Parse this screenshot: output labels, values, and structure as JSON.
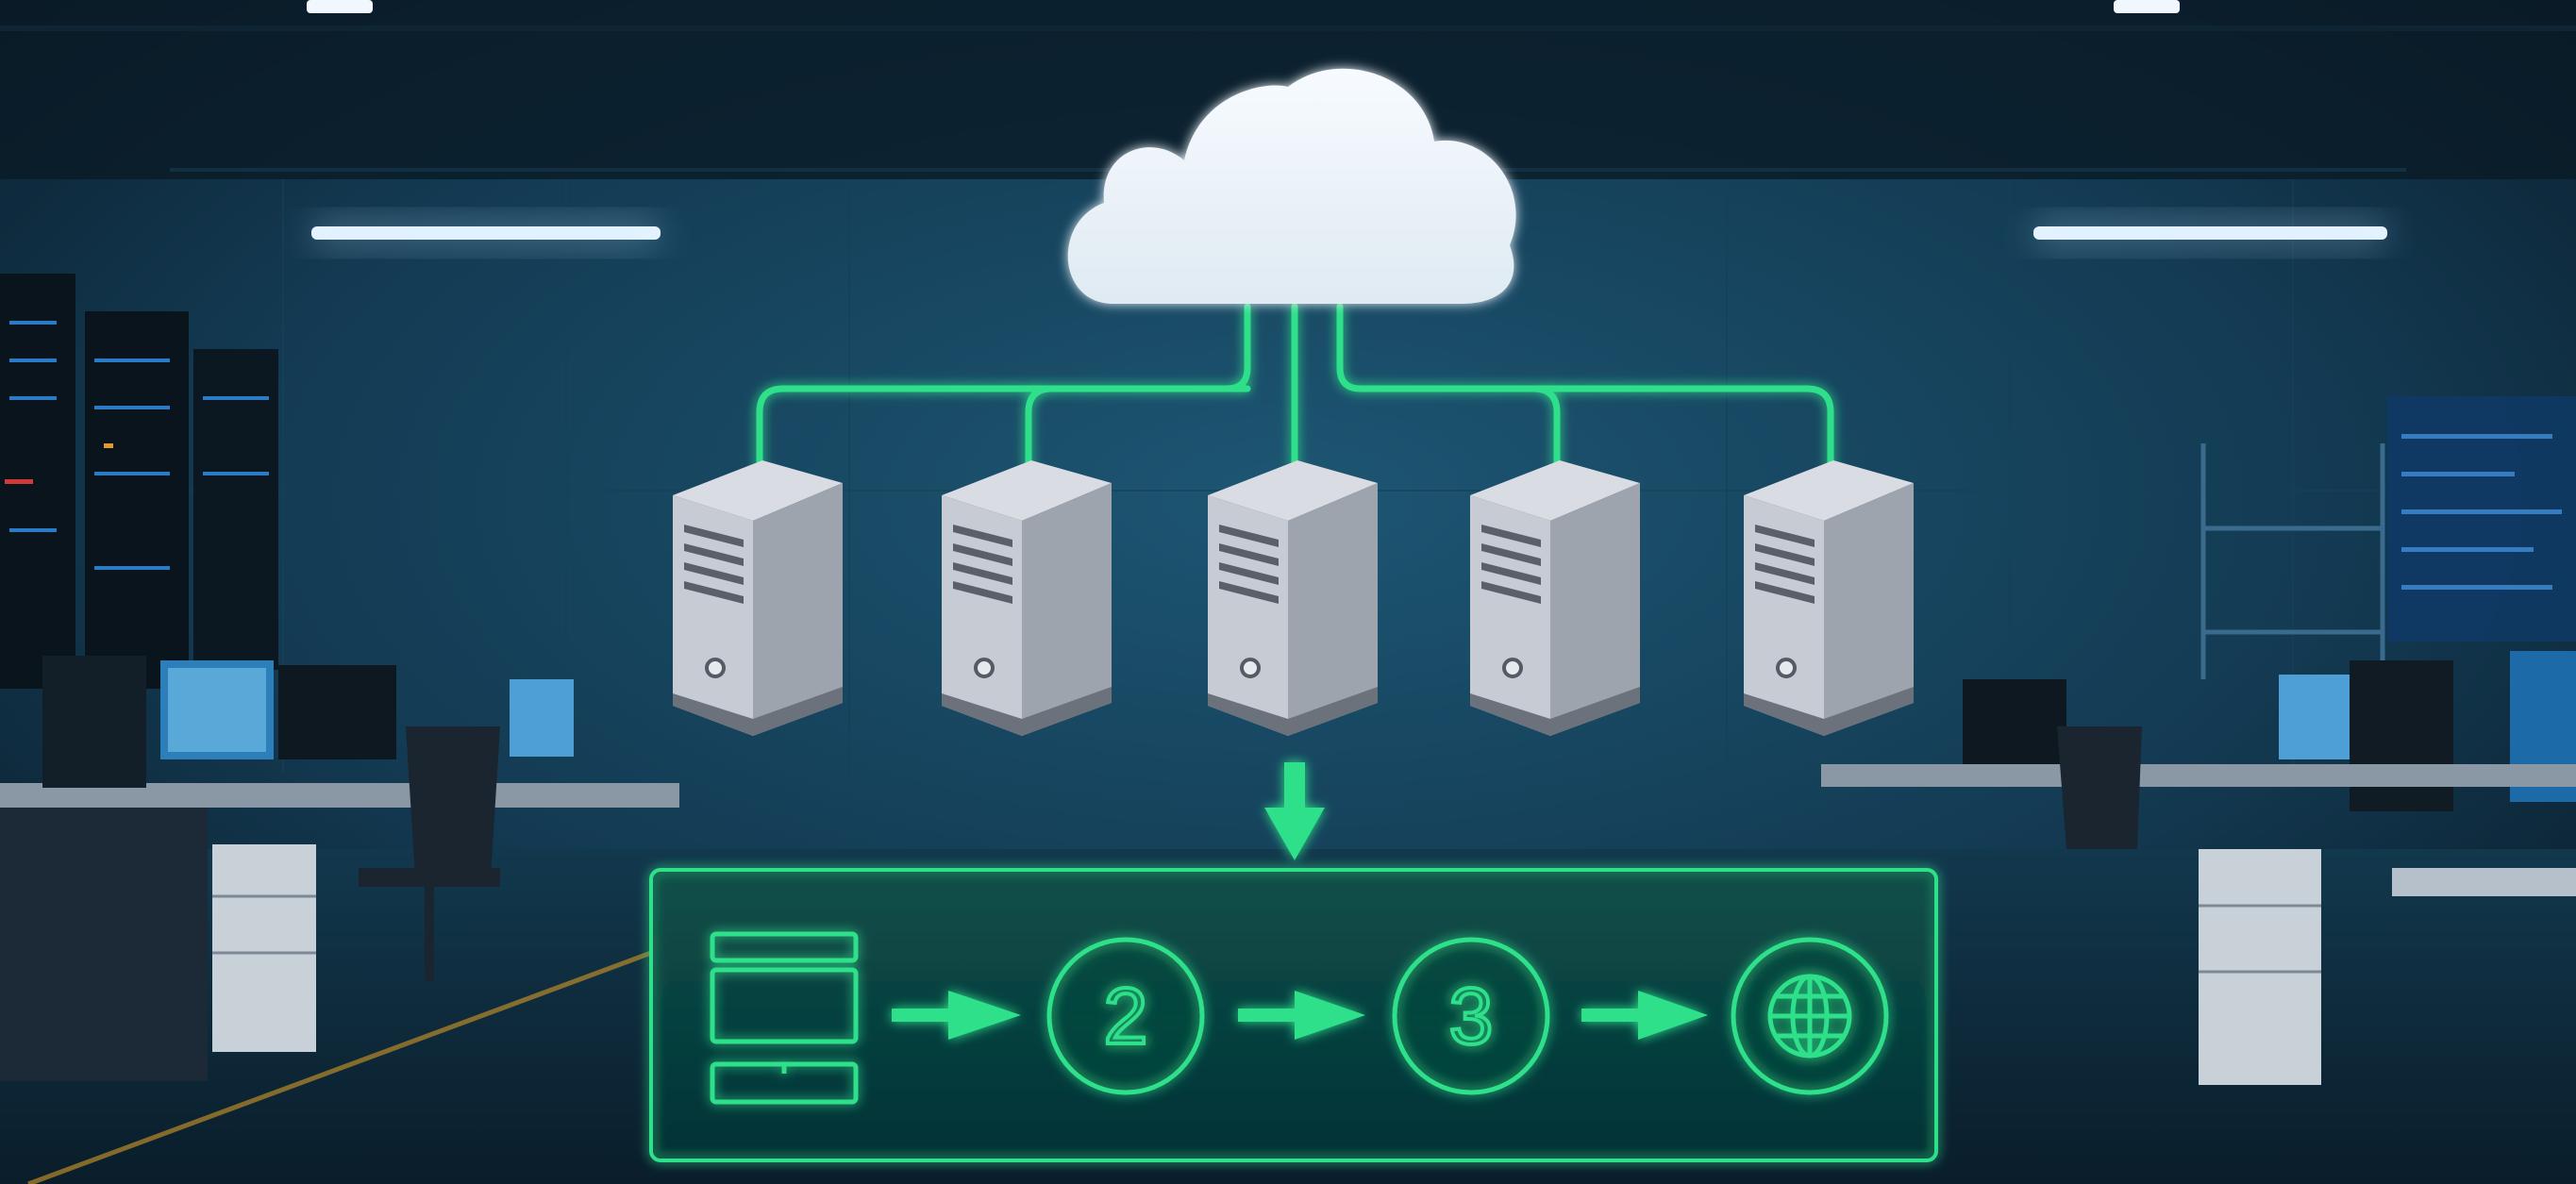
{
  "scene": {
    "type": "cloud-deployment-diagram-over-server-room-photo"
  },
  "colors": {
    "accent": "#2ee08a",
    "accent_dim": "#1fb874",
    "room_dark": "#0b1c2a",
    "room_blue": "#1a4a66",
    "cloud": "#eef4f8",
    "server_light": "#c7cbd3",
    "server_mid": "#9ea4ae",
    "server_dark": "#6c727c"
  },
  "diagram": {
    "cloud": {
      "icon": "cloud-icon"
    },
    "servers": [
      {
        "icon": "server-tower-icon"
      },
      {
        "icon": "server-tower-icon"
      },
      {
        "icon": "server-tower-icon"
      },
      {
        "icon": "server-tower-icon"
      },
      {
        "icon": "server-tower-icon"
      }
    ],
    "pipeline": {
      "steps": [
        {
          "kind": "icon",
          "icon": "layout-icon"
        },
        {
          "kind": "number",
          "label": "2"
        },
        {
          "kind": "number",
          "label": "3"
        },
        {
          "kind": "icon",
          "icon": "globe-icon"
        }
      ],
      "arrow_icon": "arrow-right-icon"
    },
    "down_arrow_icon": "arrow-down-icon"
  }
}
